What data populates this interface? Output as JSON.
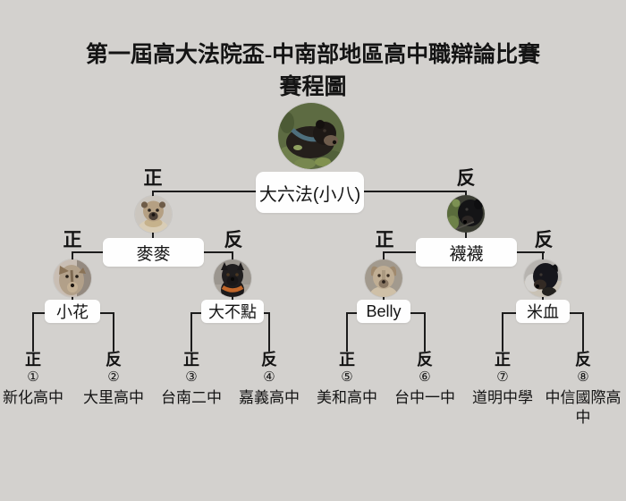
{
  "title": {
    "line1": "第一屆高大法院盃-中南部地區高中職辯論比賽",
    "line2": "賽程圖"
  },
  "bracket": {
    "final": {
      "name": "大六法(小八)",
      "left_label": "正",
      "right_label": "反",
      "photo_alt": "dark dog lying on grass"
    },
    "semifinals": [
      {
        "name": "麥麥",
        "left_label": "正",
        "right_label": "反",
        "photo_alt": "cream tan dog frontal face"
      },
      {
        "name": "襪襪",
        "left_label": "正",
        "right_label": "反",
        "photo_alt": "black dog with green foliage"
      }
    ],
    "quarterfinals": [
      {
        "name": "小花",
        "photo_alt": "light brindle dog long snout"
      },
      {
        "name": "大不點",
        "photo_alt": "black dog with orange collar"
      },
      {
        "name": "Belly",
        "photo_alt": "tan dog with upright ears"
      },
      {
        "name": "米血",
        "photo_alt": "black dog on light background"
      }
    ],
    "teams": [
      {
        "number": "①",
        "side": "正",
        "school": "新化高中"
      },
      {
        "number": "②",
        "side": "反",
        "school": "大里高中"
      },
      {
        "number": "③",
        "side": "正",
        "school": "台南二中"
      },
      {
        "number": "④",
        "side": "反",
        "school": "嘉義高中"
      },
      {
        "number": "⑤",
        "side": "正",
        "school": "美和高中"
      },
      {
        "number": "⑥",
        "side": "反",
        "school": "台中一中"
      },
      {
        "number": "⑦",
        "side": "正",
        "school": "道明中學"
      },
      {
        "number": "⑧",
        "side": "反",
        "school": "中信國際高中"
      }
    ]
  },
  "colors": {
    "background": "#d3d1ce",
    "box": "#fefefe",
    "line": "#1c1c1c",
    "text": "#141414",
    "collar_orange": "#c2672a",
    "grass_green": "#5d6b42"
  }
}
